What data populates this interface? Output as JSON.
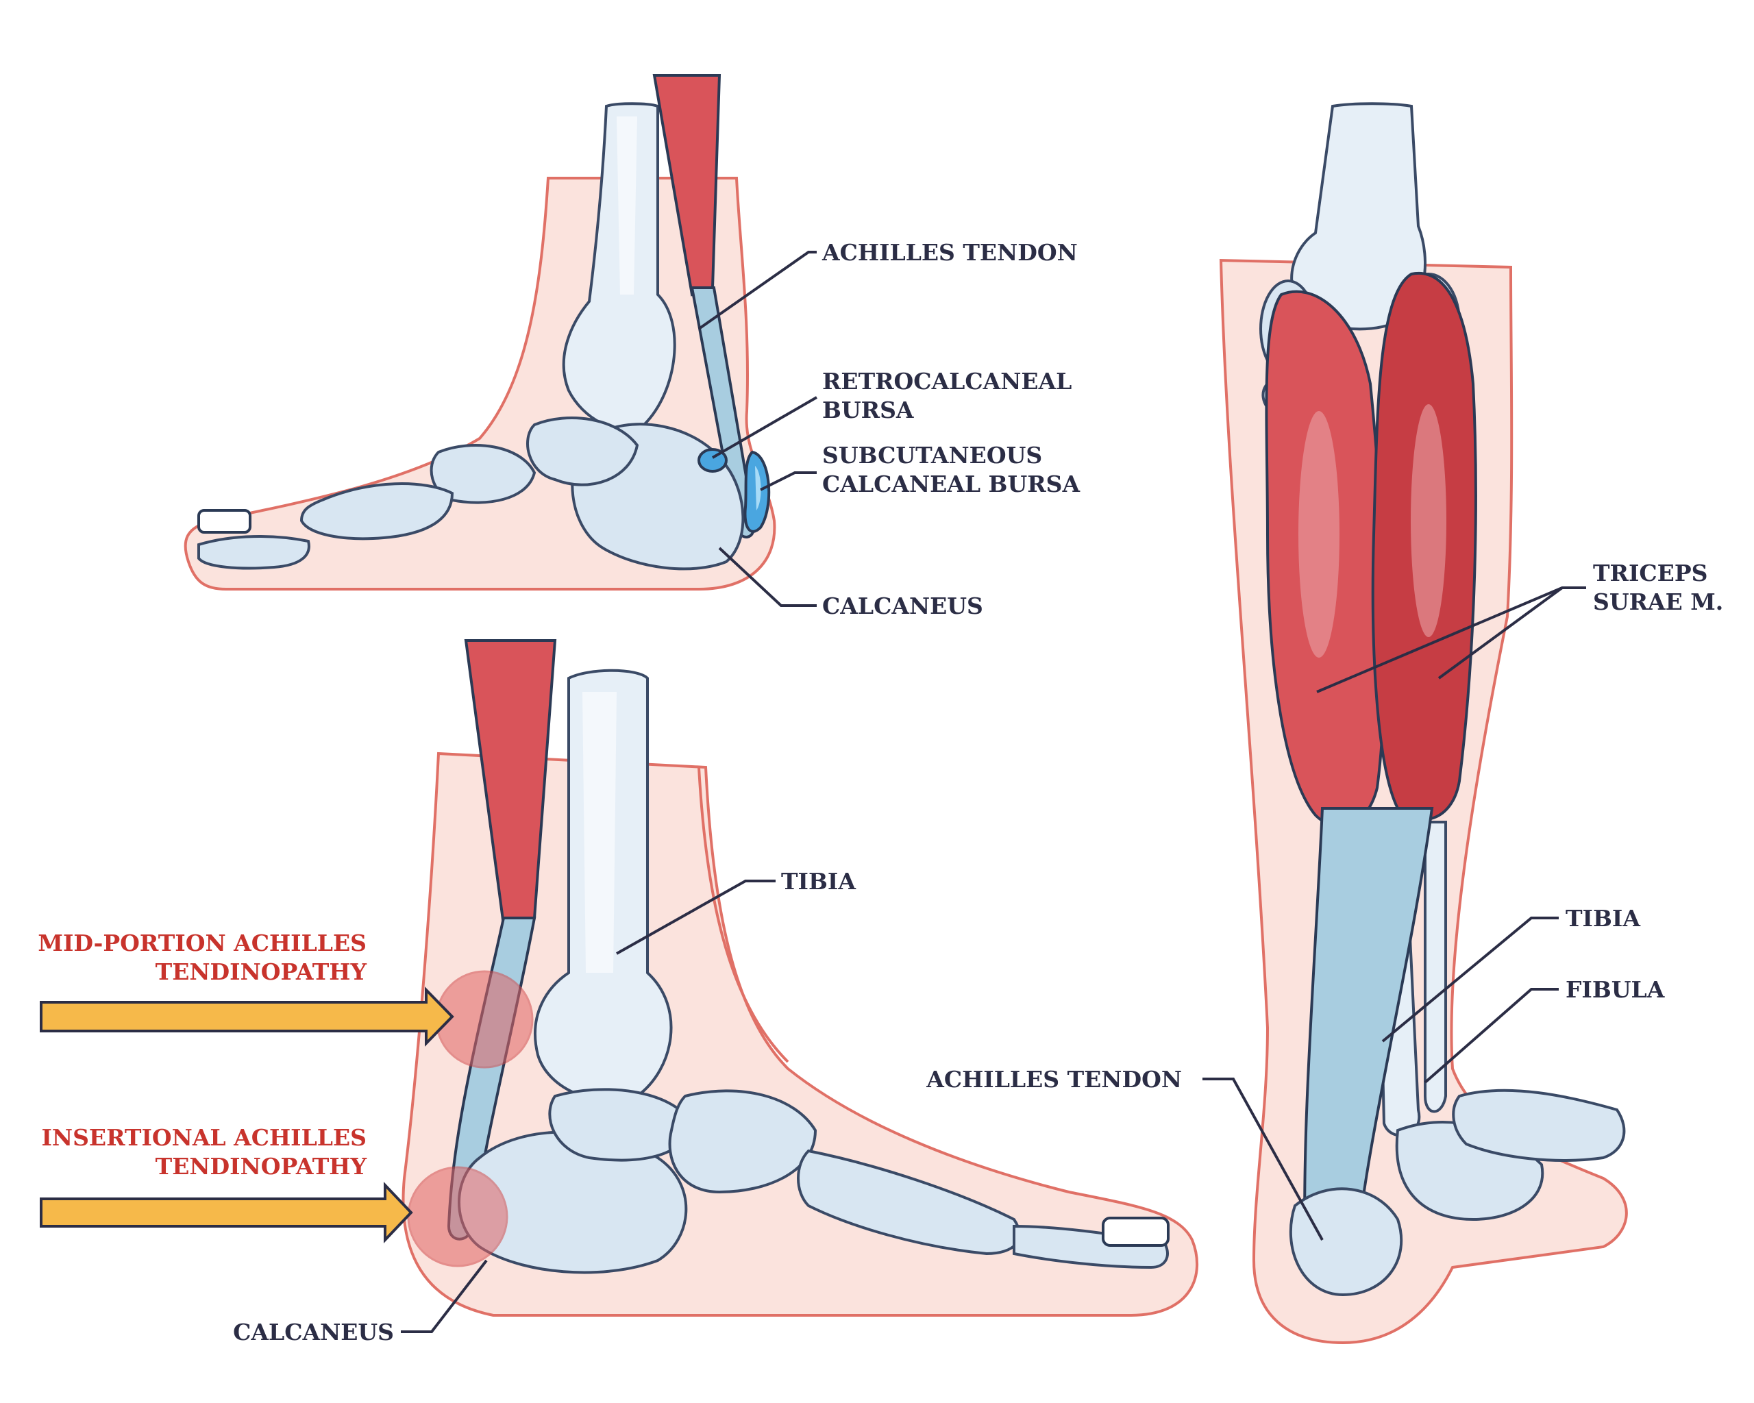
{
  "labels": {
    "top_achilles_tendon": "ACHILLES TENDON",
    "retrocalcaneal_1": "RETROCALCANEAL",
    "retrocalcaneal_2": "BURSA",
    "subcutaneous_1": "SUBCUTANEOUS",
    "subcutaneous_2": "CALCANEAL BURSA",
    "top_calcaneus": "CALCANEUS",
    "triceps_1": "TRICEPS",
    "triceps_2": "SURAE M.",
    "bottom_tibia": "TIBIA",
    "mid_portion_1": "MID-PORTION ACHILLES",
    "mid_portion_2": "TENDINOPATHY",
    "insertional_1": "INSERTIONAL ACHILLES",
    "insertional_2": "TENDINOPATHY",
    "bottom_calcaneus": "CALCANEUS",
    "right_tibia": "TIBIA",
    "right_fibula": "FIBULA",
    "right_achilles_tendon": "ACHILLES TENDON"
  },
  "colors": {
    "label_text": "#2b2d45",
    "condition_text": "#c8332c",
    "skin": "#fbe3dd",
    "bone": "#d8e6f2",
    "muscle": "#d9545a",
    "bursa": "#4aa6e0",
    "arrow": "#f6b94a"
  }
}
